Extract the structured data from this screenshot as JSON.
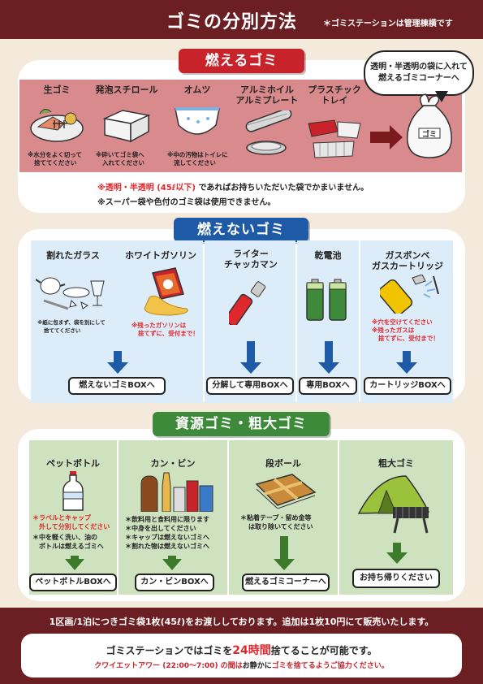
{
  "header": {
    "title": "ゴミの分別方法",
    "note": "＊ゴミステーションは管理棟横です"
  },
  "colors": {
    "header": "#6b1f22",
    "burnable": "#c8232a",
    "non_burnable": "#1f5aa6",
    "resource": "#3c8a3a",
    "arrow_blue": "#1f5aa6",
    "arrow_green": "#3d7a2b"
  },
  "burnable": {
    "label": "燃えるゴミ",
    "bubble": [
      "透明・半透明の袋に入れて",
      "燃えるゴミコーナーへ"
    ],
    "bag_text": "ゴミ",
    "items": [
      {
        "name": "生ゴミ",
        "icon": "food-waste-icon",
        "note": [
          "※水分をよく切って",
          "捨ててください"
        ]
      },
      {
        "name": "発泡スチロール",
        "icon": "styrofoam-box-icon",
        "note": [
          "※砕いてゴミ袋へ",
          "入れてください"
        ]
      },
      {
        "name": "オムツ",
        "icon": "diaper-icon",
        "note": [
          "※中の汚物はトイレに",
          "流してください"
        ]
      },
      {
        "name": "アルミホイル\nアルミプレート",
        "icon": "aluminum-foil-icon",
        "note": []
      },
      {
        "name": "プラスチック\nトレイ",
        "icon": "plastic-tray-icon",
        "note": []
      }
    ],
    "notes": {
      "line1_prefix": "※",
      "line1_red": "透明・半透明 (45ℓ以下)",
      "line1_rest": " であればお持ちいただいた袋でかまいません。",
      "line2": "※スーパー袋や色付のゴミ袋は使用できません。"
    }
  },
  "non_burnable": {
    "label": "燃えないゴミ",
    "items": [
      {
        "name": "割れたガラス",
        "icon": "broken-glass-icon",
        "note": [
          "※紙に包まず、袋を別にして",
          "捨ててください"
        ]
      },
      {
        "name": "ホワイトガソリン",
        "icon": "white-gasoline-icon",
        "note": [
          "※残ったガソリンは",
          "捨てずに、受付まで！"
        ]
      },
      {
        "name": "ライター\nチャッカマン",
        "icon": "lighter-icon",
        "note": []
      },
      {
        "name": "乾電池",
        "icon": "battery-icon",
        "note": []
      },
      {
        "name": "ガスボンベ\nガスカートリッジ",
        "icon": "gas-cartridge-icon",
        "note": [
          "※穴を空けてください",
          "※残ったガスは",
          "捨てずに、受付まで！"
        ]
      }
    ],
    "destinations": [
      "燃えないゴミBOXへ",
      "分解して専用BOXへ",
      "専用BOXへ",
      "カートリッジBOXへ"
    ]
  },
  "resource": {
    "label": "資源ゴミ・粗大ゴミ",
    "items": [
      {
        "name": "ペットボトル",
        "icon": "pet-bottle-icon",
        "note_red": [
          "＊ラベルとキャップ",
          "外して分別してください"
        ],
        "note": [
          "＊中を軽く洗い、油の",
          "ボトルは燃えるゴミへ"
        ],
        "destination": "ペットボトルBOXへ"
      },
      {
        "name": "カン・ビン",
        "icon": "cans-bottles-icon",
        "note_red": [],
        "note": [
          "＊飲料用と食料用に限ります",
          "＊中身を出してください",
          "＊キャップは燃えないゴミへ",
          "＊割れた物は燃えないゴミへ"
        ],
        "destination": "カン・ビンBOXへ"
      },
      {
        "name": "段ボール",
        "icon": "cardboard-icon",
        "note_red": [],
        "note": [
          "＊粘着テープ・留め金等",
          "は取り除いてください"
        ],
        "destination": "燃えるゴミコーナーへ"
      },
      {
        "name": "粗大ゴミ",
        "icon": "tent-grill-icon",
        "note_red": [],
        "note": [],
        "destination": "お持ち帰りください"
      }
    ]
  },
  "footer": {
    "line1": "1区画/1泊につきゴミ袋1枚(45ℓ)をお渡ししております。追加は1枚10円にて販売いたします。",
    "line2_a": "ゴミステーションではゴミを",
    "line2_red": "24時間",
    "line2_b": "捨てることが可能です。",
    "line3_a": "クワイエットアワー (22:00〜7:00) の間は",
    "line3_dark": "お静かに",
    "line3_b": "ゴミを捨てるようご協力ください。"
  }
}
